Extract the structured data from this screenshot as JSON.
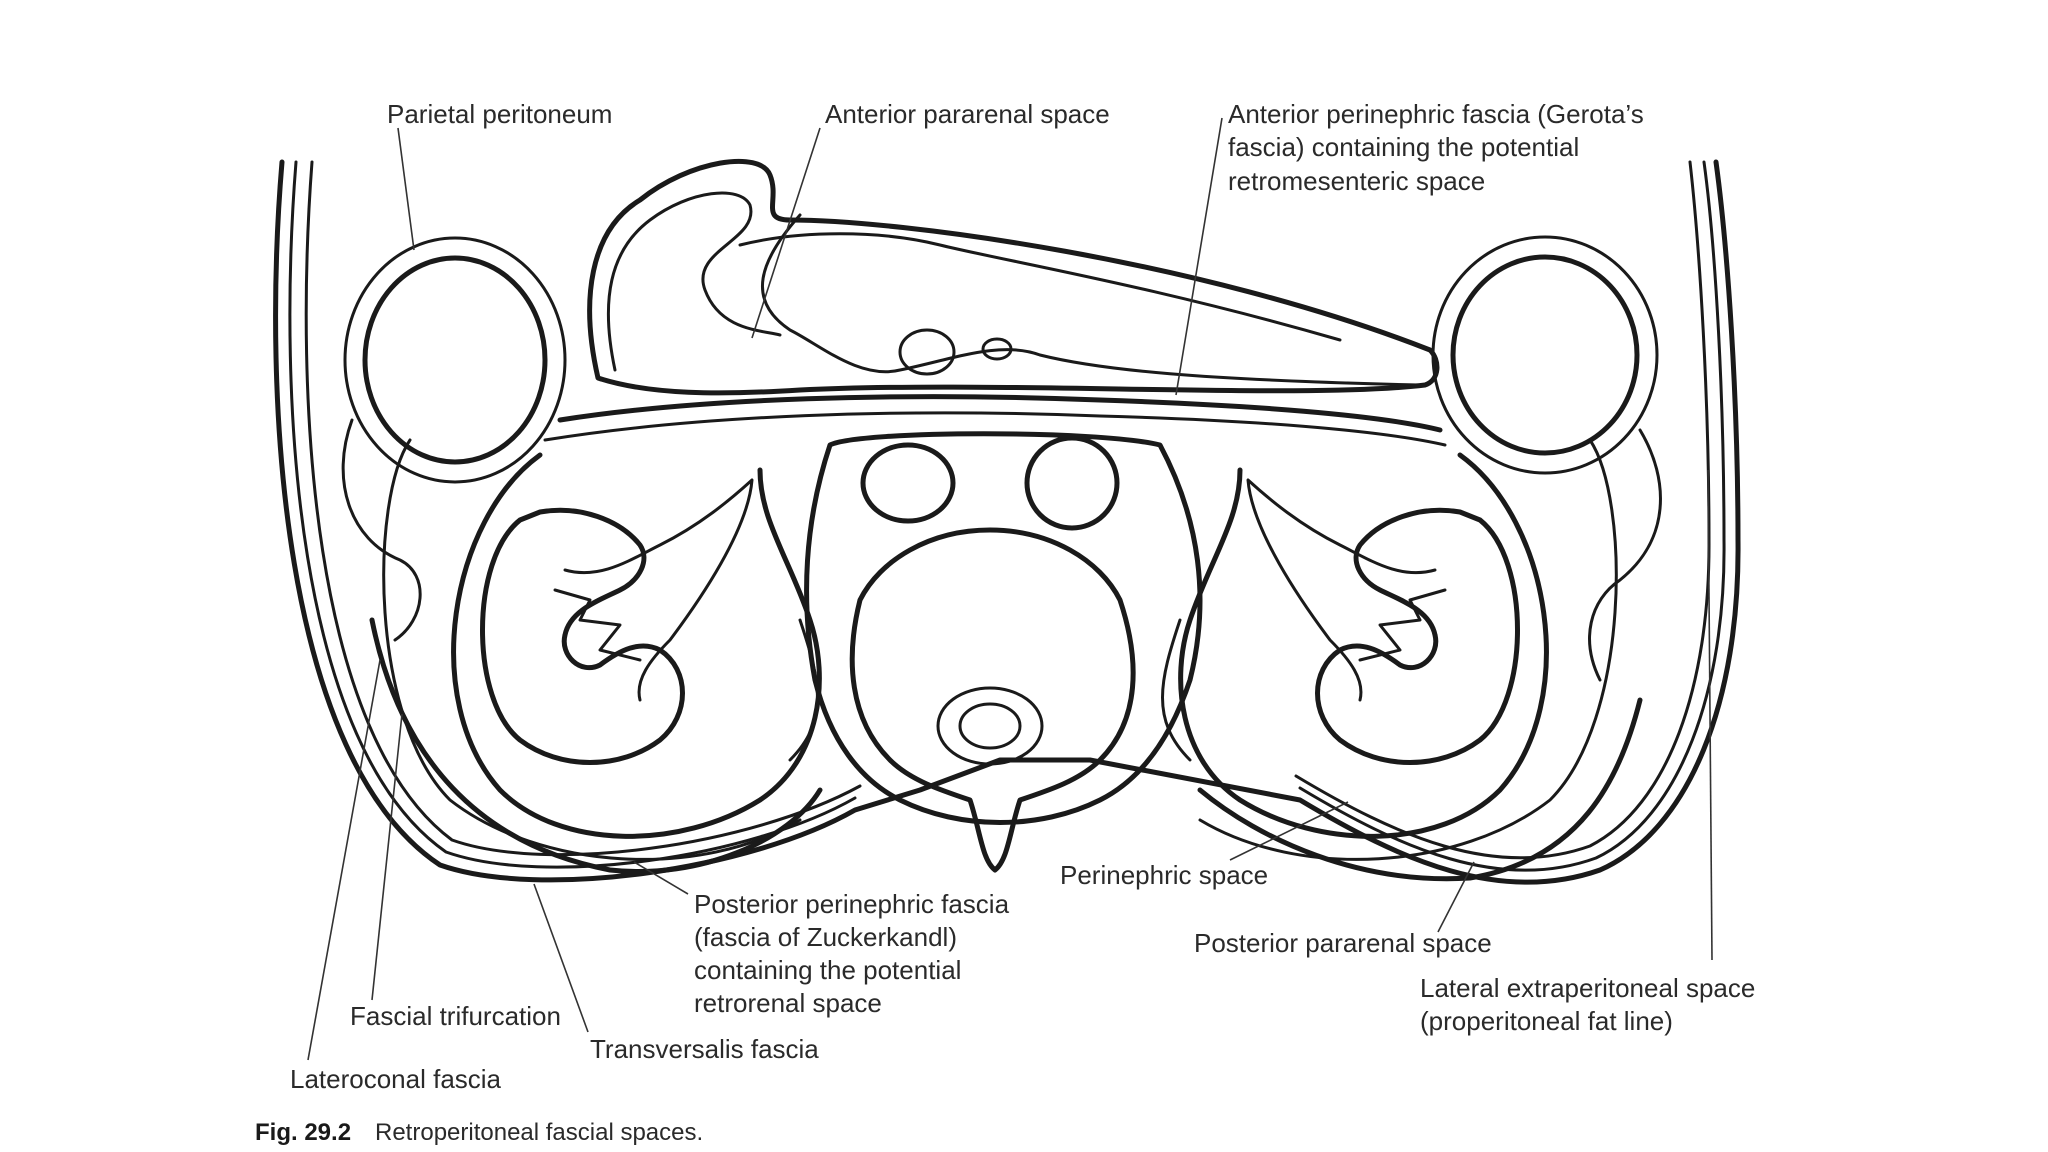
{
  "labels": {
    "parietal_peritoneum": "Parietal peritoneum",
    "anterior_pararenal_space": "Anterior pararenal space",
    "anterior_perinephric_fascia": [
      "Anterior perinephric fascia (Gerota’s",
      "fascia) containing the potential",
      "retromesenteric space"
    ],
    "perinephric_space": "Perinephric space",
    "posterior_perinephric_fascia": [
      "Posterior perinephric fascia",
      "(fascia of Zuckerkandl)",
      "containing the potential",
      "retrorenal space"
    ],
    "posterior_pararenal_space": "Posterior pararenal space",
    "lateral_extraperitoneal_space": [
      "Lateral extraperitoneal space",
      "(properitoneal fat line)"
    ],
    "fascial_trifurcation": "Fascial trifurcation",
    "transversalis_fascia": "Transversalis fascia",
    "lateroconal_fascia": "Lateroconal fascia"
  },
  "caption": {
    "number": "Fig. 29.2",
    "text": "Retroperitoneal fascial spaces."
  }
}
